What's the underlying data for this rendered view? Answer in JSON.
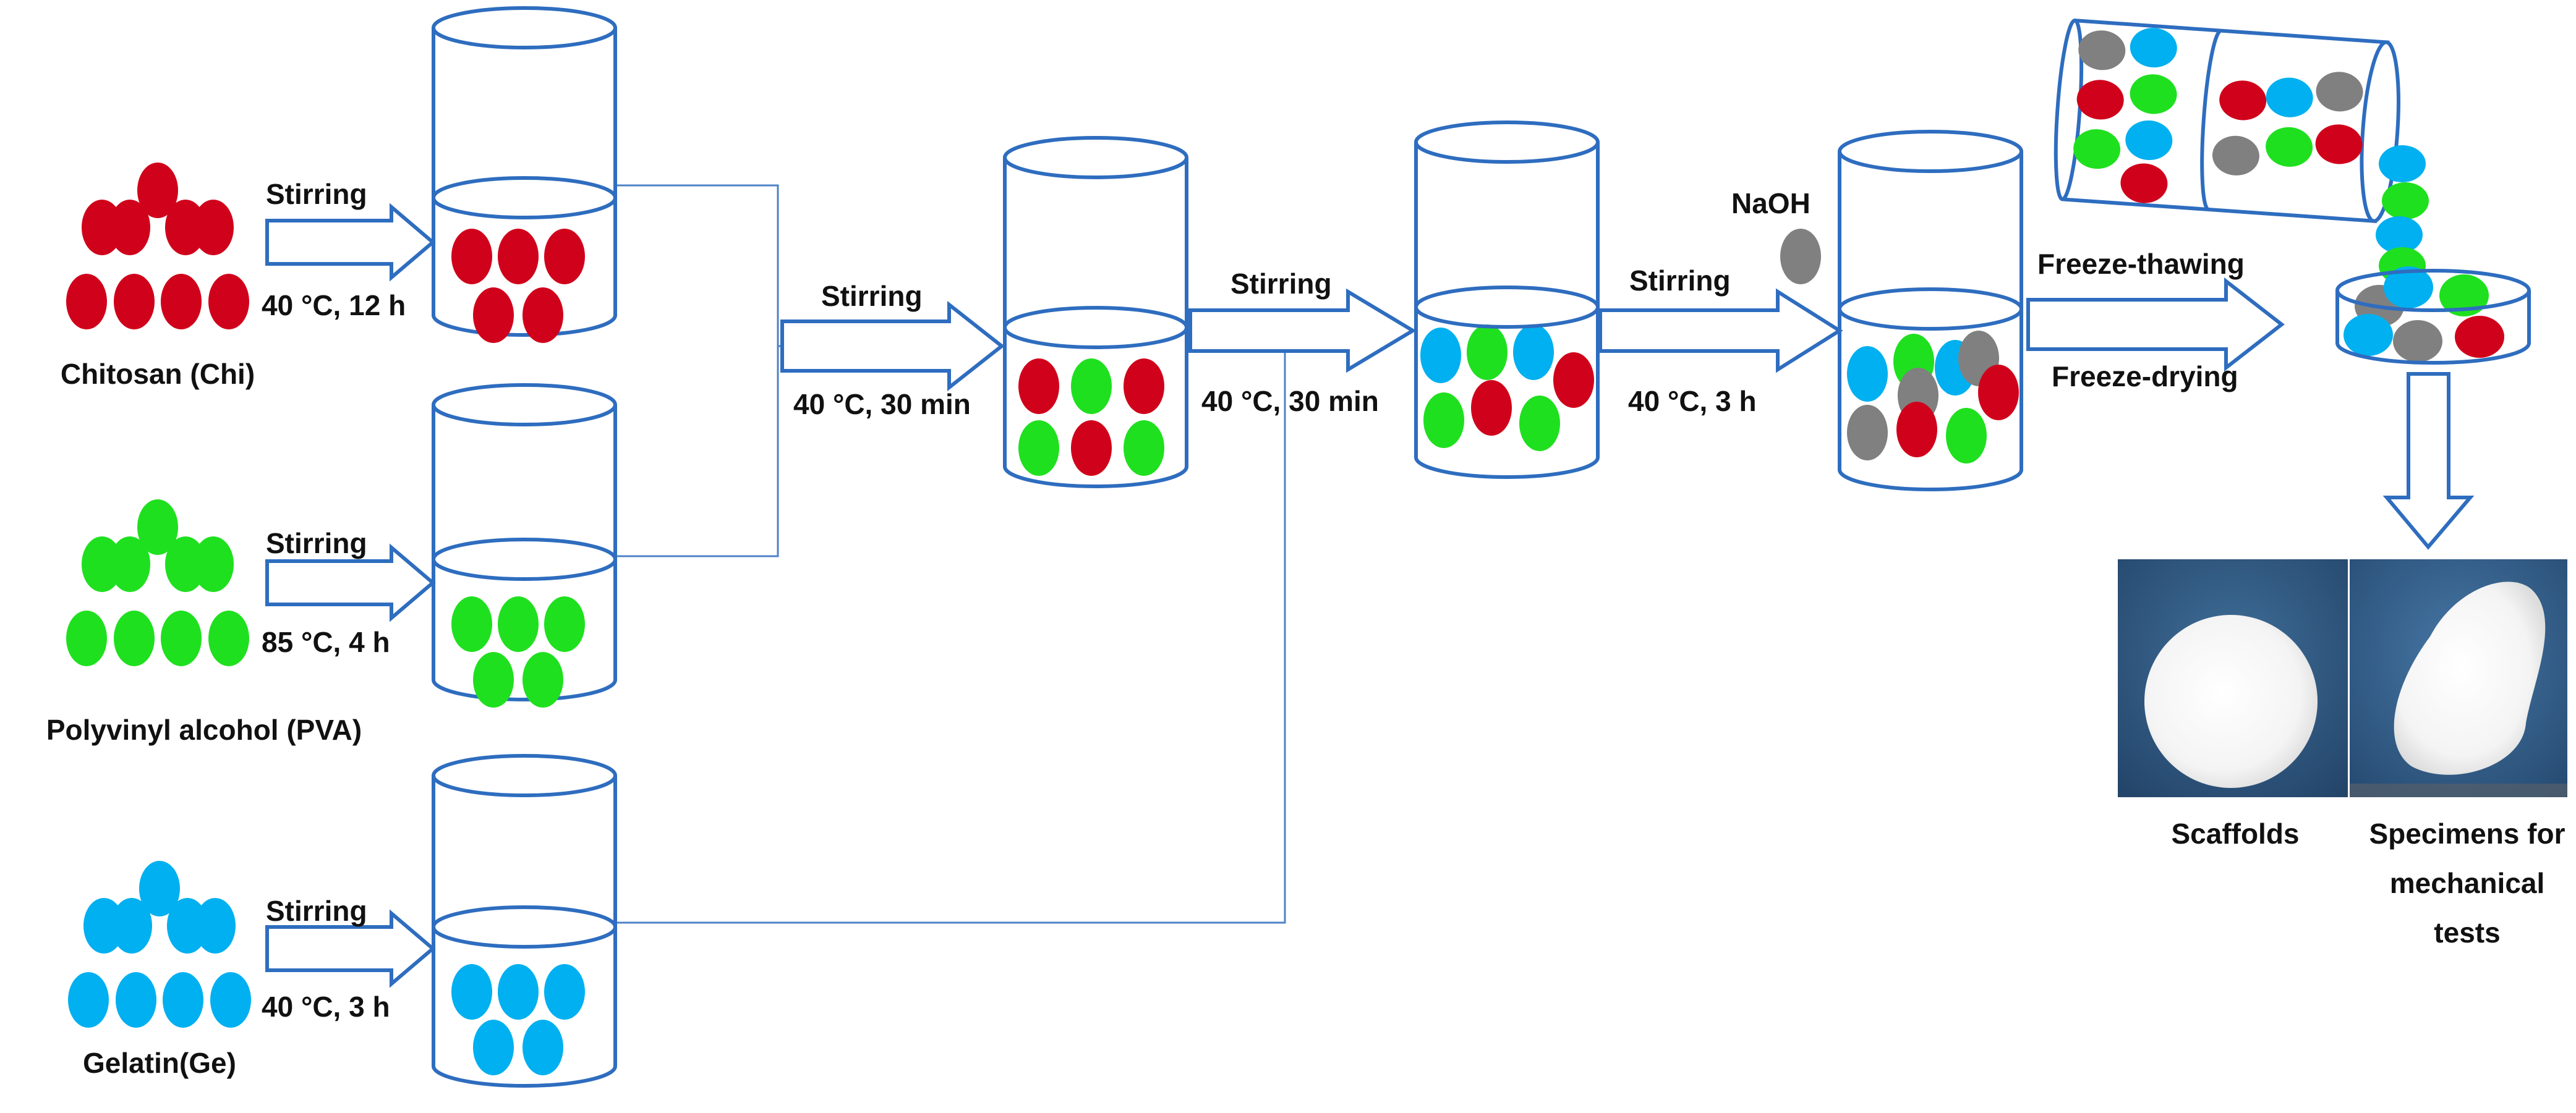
{
  "colors": {
    "chitosan": "#d0021b",
    "pva": "#1fe01f",
    "gelatin": "#00b0f0",
    "naoh": "#808080",
    "outline": "#2e6dbf"
  },
  "materials": {
    "chitosan": {
      "name": "Chitosan (Chi)",
      "verb": "Stirring",
      "condition": "40 °C, 12 h"
    },
    "pva": {
      "name": "Polyvinyl alcohol (PVA)",
      "verb": "Stirring",
      "condition": "85 °C, 4 h"
    },
    "gelatin": {
      "name": "Gelatin(Ge)",
      "verb": "Stirring",
      "condition": "40 °C, 3 h"
    }
  },
  "steps": [
    {
      "verb": "Stirring",
      "condition": "40 °C, 30 min"
    },
    {
      "verb": "Stirring",
      "condition": "40 °C, 30 min"
    },
    {
      "verb": "Stirring",
      "condition": "40 °C, 3 h"
    }
  ],
  "reagent": {
    "name": "NaOH"
  },
  "final_process": {
    "top": "Freeze-thawing",
    "bottom": "Freeze-drying"
  },
  "photos": {
    "left_caption": "Scaffolds",
    "right_caption_lines": [
      "Specimens for",
      "mechanical",
      "tests"
    ]
  }
}
